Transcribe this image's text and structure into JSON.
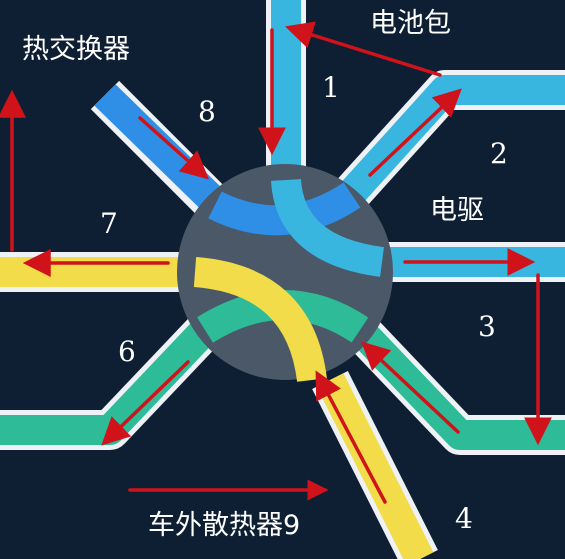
{
  "labels": {
    "battery_pack": "电池包",
    "heat_exchanger": "热交换器",
    "motor_drive": "电驱",
    "external_radiator": "车外散热器9",
    "port_1": "1",
    "port_2": "2",
    "port_3": "3",
    "port_4": "4",
    "port_6": "6",
    "port_7": "7",
    "port_8": "8"
  },
  "colors": {
    "background": "#0f1f33",
    "valve_hub": "#4a5868",
    "pipe_outline": "#eef2f6",
    "blue_loop": "#2f8fe6",
    "cyan_loop": "#39b6e0",
    "yellow_loop": "#f2dc4a",
    "green_loop": "#2ebb98",
    "flow_arrow": "#d0121b"
  }
}
